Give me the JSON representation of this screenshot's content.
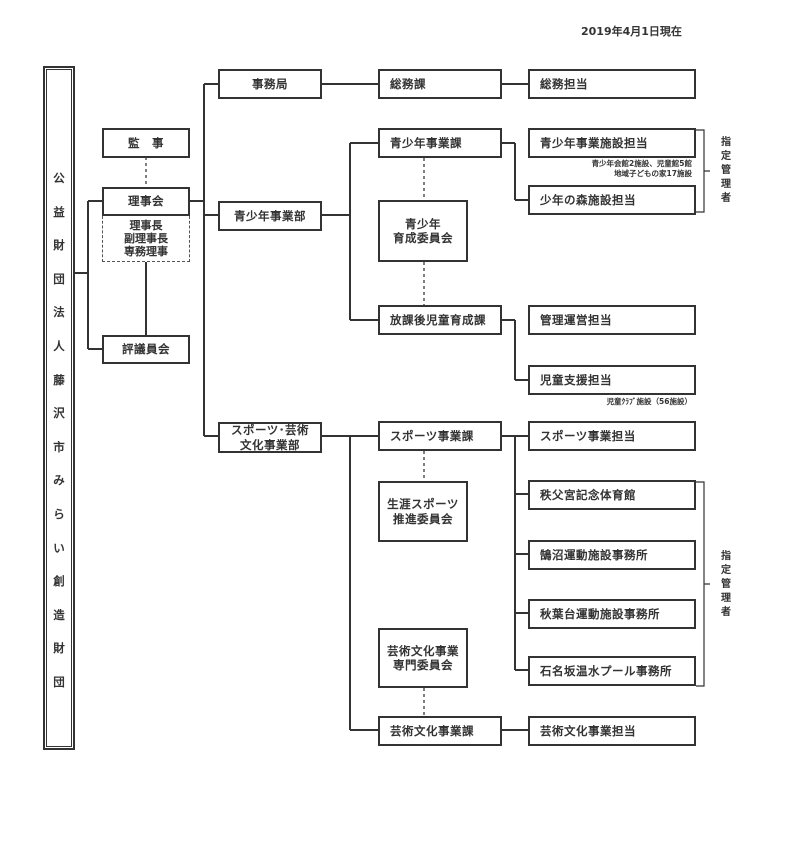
{
  "header": {
    "date": "2019年4月1日現在"
  },
  "foundation": {
    "name_chars": [
      "公",
      "益",
      "財",
      "団",
      "法",
      "人",
      "藤",
      "沢",
      "市",
      "み",
      "ら",
      "い",
      "創",
      "造",
      "財",
      "団"
    ]
  },
  "governance": {
    "auditor": "監　事",
    "board": "理事会",
    "board_members": [
      "理事長",
      "副理事長",
      "専務理事"
    ],
    "council": "評議員会"
  },
  "divisions": {
    "secretariat": "事務局",
    "youth_dept": "青少年事業部",
    "sports_dept_lines": [
      "スポーツ･芸術",
      "文化事業部"
    ]
  },
  "sections": {
    "general_affairs": "総務課",
    "youth_section": "青少年事業課",
    "youth_committee": [
      "青少年",
      "育成委員会"
    ],
    "afterschool_section": "放課後児童育成課",
    "sports_section": "スポーツ事業課",
    "lifelong_sports_committee": [
      "生涯スポーツ",
      "推進委員会"
    ],
    "arts_committee": [
      "芸術文化事業",
      "専門委員会"
    ],
    "arts_section": "芸術文化事業課"
  },
  "units": {
    "general_affairs_staff": "総務担当",
    "youth_facilities": "青少年事業施設担当",
    "youth_facilities_note": [
      "青少年会館2施設、児童館5館",
      "地域子どもの家17施設"
    ],
    "youth_forest": "少年の森施設担当",
    "management_ops": "管理運営担当",
    "child_support": "児童支援担当",
    "child_support_note": "児童ｸﾗﾌﾞ施設（56施設）",
    "sports_staff": "スポーツ事業担当",
    "chichibunomiya_gym": "秩父宮記念体育館",
    "kugenuma_office": "鵠沼運動施設事務所",
    "akibadai_office": "秋葉台運動施設事務所",
    "ishinazaka_pool": "石名坂温水プール事務所",
    "arts_staff": "芸術文化事業担当"
  },
  "designated_manager_label": [
    "指",
    "定",
    "管",
    "理",
    "者"
  ]
}
